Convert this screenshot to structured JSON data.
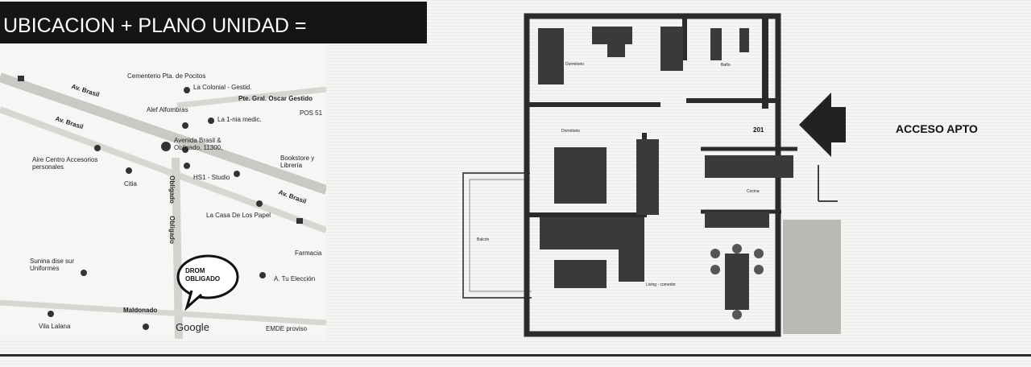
{
  "header": {
    "title": "UBICACION + PLANO UNIDAD ="
  },
  "map": {
    "streets": [
      "Av. Brasil",
      "Av. Brasil",
      "Av. Brasil",
      "Obligado",
      "Obligado",
      "Maldonado",
      "Pte. Gral. Oscar Gestido"
    ],
    "places": [
      "Cementerio Pta. de Pocitos",
      "La Colonial - Gestid.",
      "Alef Alfombras",
      "La 1-nia medic.",
      "Avenida Brasil & Obligado, 11300,",
      "Aire Centro Accesorios personales",
      "HS1 - Studio",
      "Bookstore y Librería",
      "Citia",
      "La Casa De Los Papel",
      "Farmacia",
      "Sunina dise sur Uniformes",
      "A. Tu Elección",
      "Vila Lalana",
      "EMDE proviso",
      "POS 51"
    ],
    "bubble": {
      "line1": "DROM",
      "line2": "OBLIGADO"
    },
    "google": "Google"
  },
  "plan": {
    "unit_number": "201",
    "rooms": {
      "dormitorio_1": "Dormitorio",
      "bano": "Baño",
      "dormitorio_2": "Dormitorio",
      "cocina": "Cocina",
      "balcon": "Balcón",
      "living": "Living - comedor"
    }
  },
  "access": {
    "label": "ACCESO APTO"
  },
  "colors": {
    "title_bg": "#151515",
    "title_text": "#ffffff",
    "wall": "#2b2b2b",
    "furniture": "#3a3a3a"
  },
  "icons": [
    "map-pin-icon",
    "speech-bubble-icon",
    "arrow-left-icon",
    "google-pin-icon"
  ]
}
